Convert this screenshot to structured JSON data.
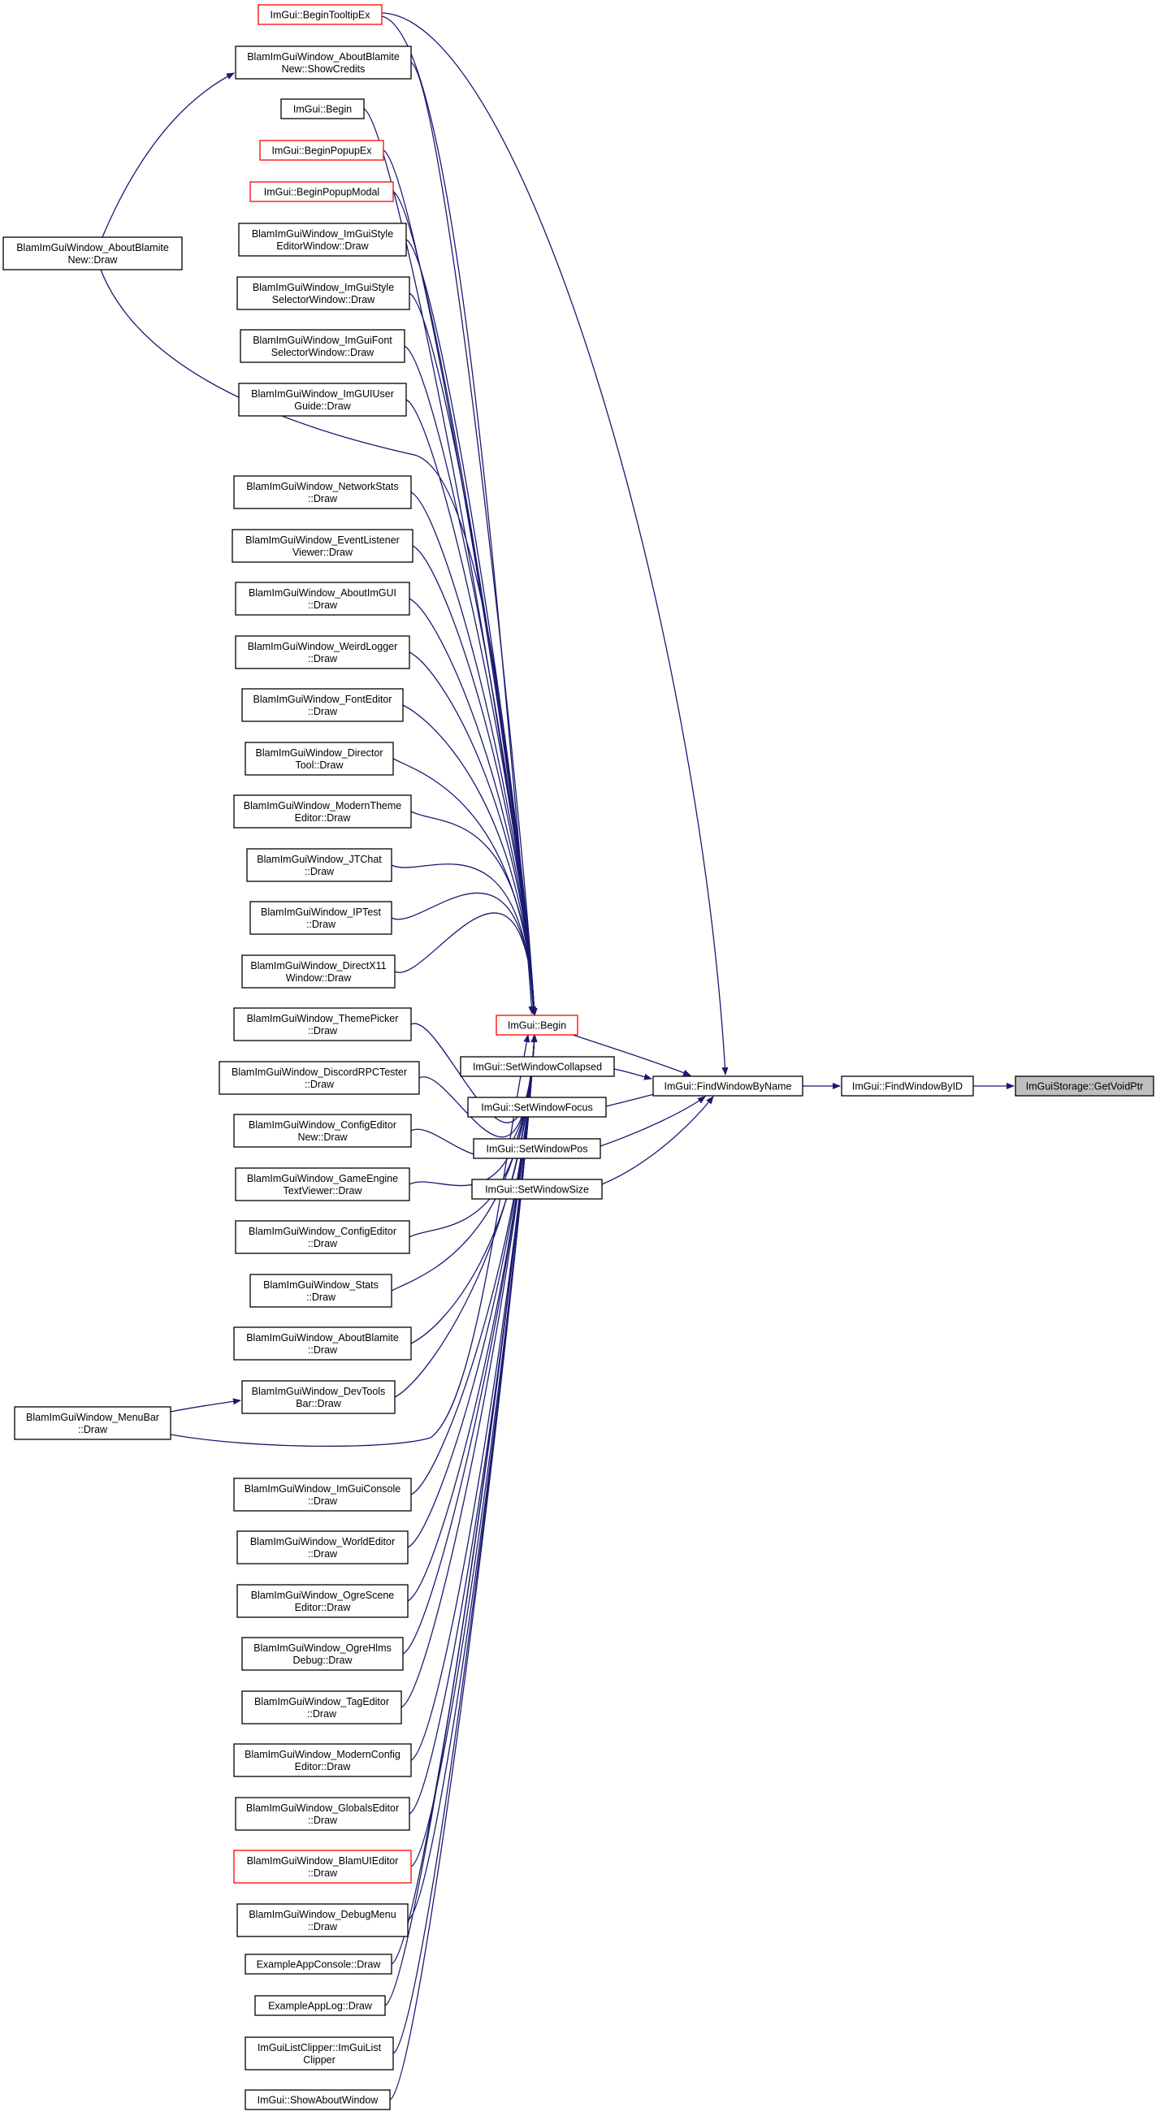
{
  "diagram": {
    "colors": {
      "edge": "#191970",
      "truncated_border": "#ff0000",
      "node_border": "#000000",
      "focus_fill": "#bfbfbf"
    },
    "nodes": [
      {
        "id": "getvoidptr",
        "lines": [
          "ImGuiStorage::GetVoidPtr"
        ],
        "style": "focus"
      },
      {
        "id": "findwindowbyid",
        "lines": [
          "ImGui::FindWindowByID"
        ]
      },
      {
        "id": "findwindowbyname",
        "lines": [
          "ImGui::FindWindowByName"
        ]
      },
      {
        "id": "begin",
        "lines": [
          "ImGui::Begin"
        ],
        "style": "red"
      },
      {
        "id": "setwindowcollapsed",
        "lines": [
          "ImGui::SetWindowCollapsed"
        ]
      },
      {
        "id": "setwindowfocus",
        "lines": [
          "ImGui::SetWindowFocus"
        ]
      },
      {
        "id": "setwindowpos",
        "lines": [
          "ImGui::SetWindowPos"
        ]
      },
      {
        "id": "setwindowsize",
        "lines": [
          "ImGui::SetWindowSize"
        ]
      },
      {
        "id": "begintooltipex",
        "lines": [
          "ImGui::BeginTooltipEx"
        ],
        "style": "red"
      },
      {
        "id": "showcredits",
        "lines": [
          "BlamImGuiWindow_AboutBlamite",
          "New::ShowCredits"
        ]
      },
      {
        "id": "begin2",
        "lines": [
          "ImGui::Begin"
        ]
      },
      {
        "id": "beginpopupex",
        "lines": [
          "ImGui::BeginPopupEx"
        ],
        "style": "red"
      },
      {
        "id": "beginpopupmodal",
        "lines": [
          "ImGui::BeginPopupModal"
        ],
        "style": "red"
      },
      {
        "id": "aboutblamitenew",
        "lines": [
          "BlamImGuiWindow_AboutBlamite",
          "New::Draw"
        ]
      },
      {
        "id": "styleeditor",
        "lines": [
          "BlamImGuiWindow_ImGuiStyle",
          "EditorWindow::Draw"
        ]
      },
      {
        "id": "styleselector",
        "lines": [
          "BlamImGuiWindow_ImGuiStyle",
          "SelectorWindow::Draw"
        ]
      },
      {
        "id": "fontselector",
        "lines": [
          "BlamImGuiWindow_ImGuiFont",
          "SelectorWindow::Draw"
        ]
      },
      {
        "id": "userguide",
        "lines": [
          "BlamImGuiWindow_ImGUIUser",
          "Guide::Draw"
        ]
      },
      {
        "id": "networkstats",
        "lines": [
          "BlamImGuiWindow_NetworkStats",
          "::Draw"
        ]
      },
      {
        "id": "eventlistener",
        "lines": [
          "BlamImGuiWindow_EventListener",
          "Viewer::Draw"
        ]
      },
      {
        "id": "aboutimgui",
        "lines": [
          "BlamImGuiWindow_AboutImGUI",
          "::Draw"
        ]
      },
      {
        "id": "weirdlogger",
        "lines": [
          "BlamImGuiWindow_WeirdLogger",
          "::Draw"
        ]
      },
      {
        "id": "fonteditor",
        "lines": [
          "BlamImGuiWindow_FontEditor",
          "::Draw"
        ]
      },
      {
        "id": "directortool",
        "lines": [
          "BlamImGuiWindow_Director",
          "Tool::Draw"
        ]
      },
      {
        "id": "moderntheme",
        "lines": [
          "BlamImGuiWindow_ModernTheme",
          "Editor::Draw"
        ]
      },
      {
        "id": "jtchat",
        "lines": [
          "BlamImGuiWindow_JTChat",
          "::Draw"
        ]
      },
      {
        "id": "iptest",
        "lines": [
          "BlamImGuiWindow_IPTest",
          "::Draw"
        ]
      },
      {
        "id": "directx11",
        "lines": [
          "BlamImGuiWindow_DirectX11",
          "Window::Draw"
        ]
      },
      {
        "id": "themepicker",
        "lines": [
          "BlamImGuiWindow_ThemePicker",
          "::Draw"
        ]
      },
      {
        "id": "discordrpc",
        "lines": [
          "BlamImGuiWindow_DiscordRPCTester",
          "::Draw"
        ]
      },
      {
        "id": "configeditornew",
        "lines": [
          "BlamImGuiWindow_ConfigEditor",
          "New::Draw"
        ]
      },
      {
        "id": "gameengine",
        "lines": [
          "BlamImGuiWindow_GameEngine",
          "TextViewer::Draw"
        ]
      },
      {
        "id": "configeditor",
        "lines": [
          "BlamImGuiWindow_ConfigEditor",
          "::Draw"
        ]
      },
      {
        "id": "stats",
        "lines": [
          "BlamImGuiWindow_Stats",
          "::Draw"
        ]
      },
      {
        "id": "aboutblamite",
        "lines": [
          "BlamImGuiWindow_AboutBlamite",
          "::Draw"
        ]
      },
      {
        "id": "devtoolsbar",
        "lines": [
          "BlamImGuiWindow_DevTools",
          "Bar::Draw"
        ]
      },
      {
        "id": "menubar",
        "lines": [
          "BlamImGuiWindow_MenuBar",
          "::Draw"
        ]
      },
      {
        "id": "imguiconsole",
        "lines": [
          "BlamImGuiWindow_ImGuiConsole",
          "::Draw"
        ]
      },
      {
        "id": "worldeditor",
        "lines": [
          "BlamImGuiWindow_WorldEditor",
          "::Draw"
        ]
      },
      {
        "id": "ogrescene",
        "lines": [
          "BlamImGuiWindow_OgreScene",
          "Editor::Draw"
        ]
      },
      {
        "id": "ogrehlms",
        "lines": [
          "BlamImGuiWindow_OgreHlms",
          "Debug::Draw"
        ]
      },
      {
        "id": "tageditor",
        "lines": [
          "BlamImGuiWindow_TagEditor",
          "::Draw"
        ]
      },
      {
        "id": "modernconfig",
        "lines": [
          "BlamImGuiWindow_ModernConfig",
          "Editor::Draw"
        ]
      },
      {
        "id": "globalseditor",
        "lines": [
          "BlamImGuiWindow_GlobalsEditor",
          "::Draw"
        ]
      },
      {
        "id": "blamuieditor",
        "lines": [
          "BlamImGuiWindow_BlamUIEditor",
          "::Draw"
        ],
        "style": "red"
      },
      {
        "id": "debugmenu",
        "lines": [
          "BlamImGuiWindow_DebugMenu",
          "::Draw"
        ]
      },
      {
        "id": "appconsole",
        "lines": [
          "ExampleAppConsole::Draw"
        ]
      },
      {
        "id": "applog",
        "lines": [
          "ExampleAppLog::Draw"
        ]
      },
      {
        "id": "listclipper",
        "lines": [
          "ImGuiListClipper::ImGuiList",
          "Clipper"
        ]
      },
      {
        "id": "showaboutwindow",
        "lines": [
          "ImGui::ShowAboutWindow"
        ]
      }
    ],
    "edges": [
      [
        "findwindowbyid",
        "getvoidptr"
      ],
      [
        "findwindowbyname",
        "findwindowbyid"
      ],
      [
        "begin",
        "findwindowbyname"
      ],
      [
        "setwindowcollapsed",
        "findwindowbyname"
      ],
      [
        "setwindowfocus",
        "findwindowbyname"
      ],
      [
        "setwindowpos",
        "findwindowbyname"
      ],
      [
        "setwindowsize",
        "findwindowbyname"
      ],
      [
        "begintooltipex",
        "findwindowbyname"
      ],
      [
        "begintooltipex",
        "begin"
      ],
      [
        "showcredits",
        "begin"
      ],
      [
        "begin2",
        "begin"
      ],
      [
        "beginpopupex",
        "begin"
      ],
      [
        "beginpopupmodal",
        "begin"
      ],
      [
        "aboutblamitenew",
        "showcredits"
      ],
      [
        "aboutblamitenew",
        "begin"
      ],
      [
        "styleeditor",
        "begin"
      ],
      [
        "styleselector",
        "begin"
      ],
      [
        "fontselector",
        "begin"
      ],
      [
        "userguide",
        "begin"
      ],
      [
        "networkstats",
        "begin"
      ],
      [
        "eventlistener",
        "begin"
      ],
      [
        "aboutimgui",
        "begin"
      ],
      [
        "weirdlogger",
        "begin"
      ],
      [
        "fonteditor",
        "begin"
      ],
      [
        "directortool",
        "begin"
      ],
      [
        "moderntheme",
        "begin"
      ],
      [
        "jtchat",
        "begin"
      ],
      [
        "iptest",
        "begin"
      ],
      [
        "directx11",
        "begin"
      ],
      [
        "themepicker",
        "begin"
      ],
      [
        "discordrpc",
        "begin"
      ],
      [
        "configeditornew",
        "begin"
      ],
      [
        "gameengine",
        "begin"
      ],
      [
        "configeditor",
        "begin"
      ],
      [
        "stats",
        "begin"
      ],
      [
        "aboutblamite",
        "begin"
      ],
      [
        "devtoolsbar",
        "begin"
      ],
      [
        "menubar",
        "devtoolsbar"
      ],
      [
        "menubar",
        "begin"
      ],
      [
        "imguiconsole",
        "begin"
      ],
      [
        "worldeditor",
        "begin"
      ],
      [
        "ogrescene",
        "begin"
      ],
      [
        "ogrehlms",
        "begin"
      ],
      [
        "tageditor",
        "begin"
      ],
      [
        "modernconfig",
        "begin"
      ],
      [
        "globalseditor",
        "begin"
      ],
      [
        "blamuieditor",
        "begin"
      ],
      [
        "debugmenu",
        "begin"
      ],
      [
        "appconsole",
        "begin"
      ],
      [
        "applog",
        "begin"
      ],
      [
        "listclipper",
        "begin"
      ],
      [
        "showaboutwindow",
        "begin"
      ]
    ]
  }
}
